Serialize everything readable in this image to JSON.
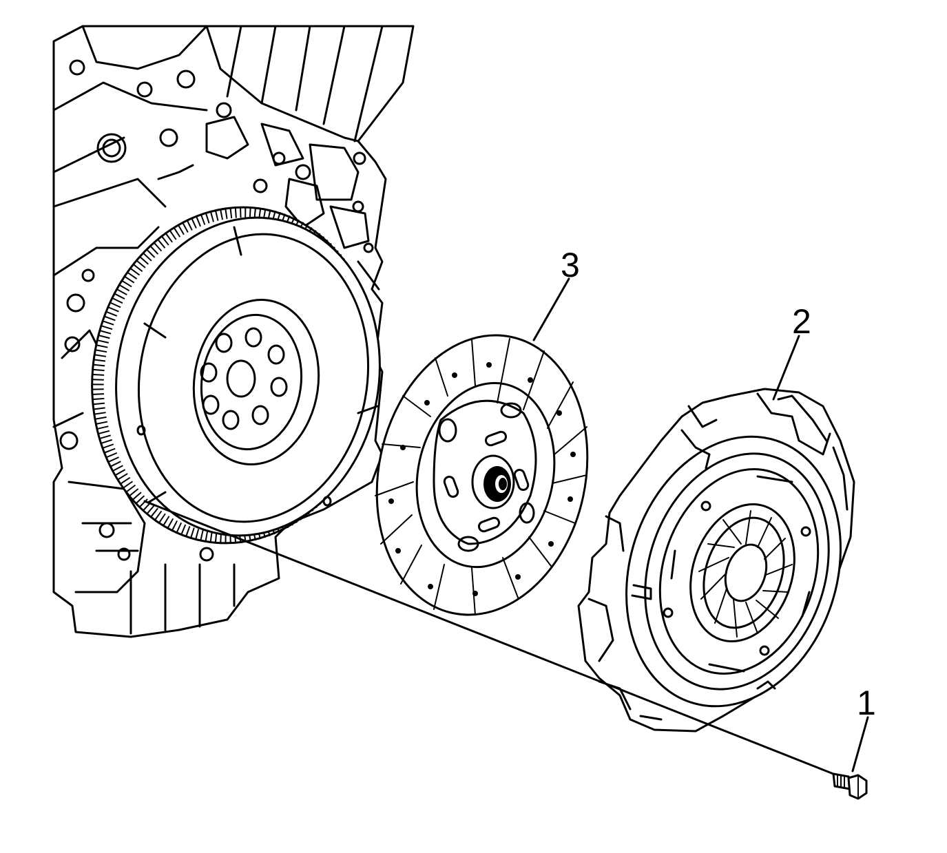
{
  "callouts": [
    {
      "number": "1",
      "part": "bolt"
    },
    {
      "number": "2",
      "part": "clutch-pressure-plate"
    },
    {
      "number": "3",
      "part": "clutch-disc"
    }
  ],
  "colors": {
    "line": "#000000",
    "background": "#ffffff"
  }
}
